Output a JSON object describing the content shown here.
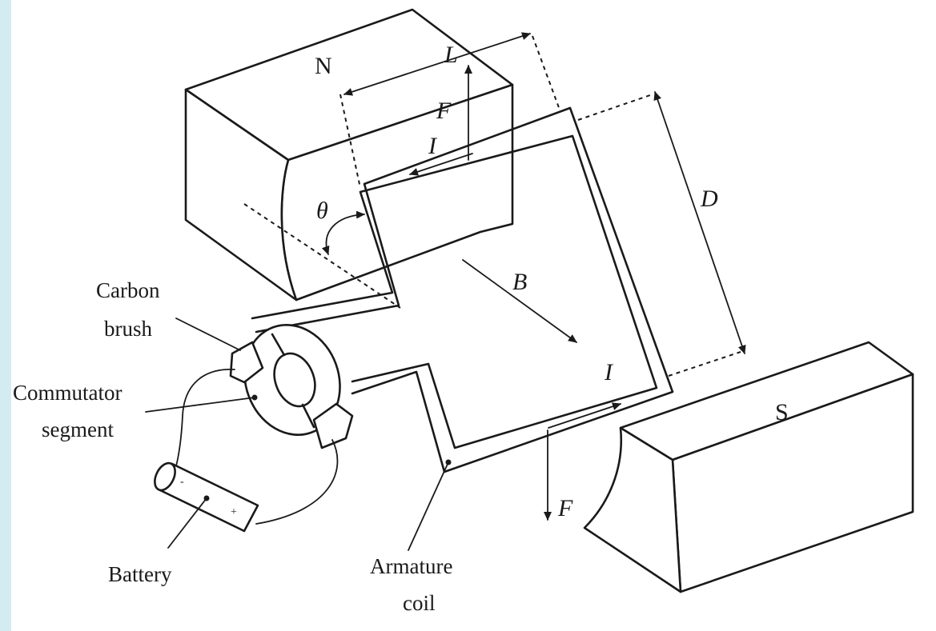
{
  "diagram": {
    "poles": {
      "north": "N",
      "south": "S"
    },
    "symbols": {
      "length": "L",
      "force_top": "F",
      "current_top": "I",
      "angle": "θ",
      "field": "B",
      "distance": "D",
      "current_bottom": "I",
      "force_bottom": "F"
    },
    "labels": {
      "carbon_brush_line1": "Carbon",
      "carbon_brush_line2": "brush",
      "commutator_line1": "Commutator",
      "commutator_line2": "segment",
      "battery": "Battery",
      "armature_line1": "Armature",
      "armature_line2": "coil"
    },
    "battery_terminals": {
      "negative": "-",
      "positive": "+"
    }
  }
}
